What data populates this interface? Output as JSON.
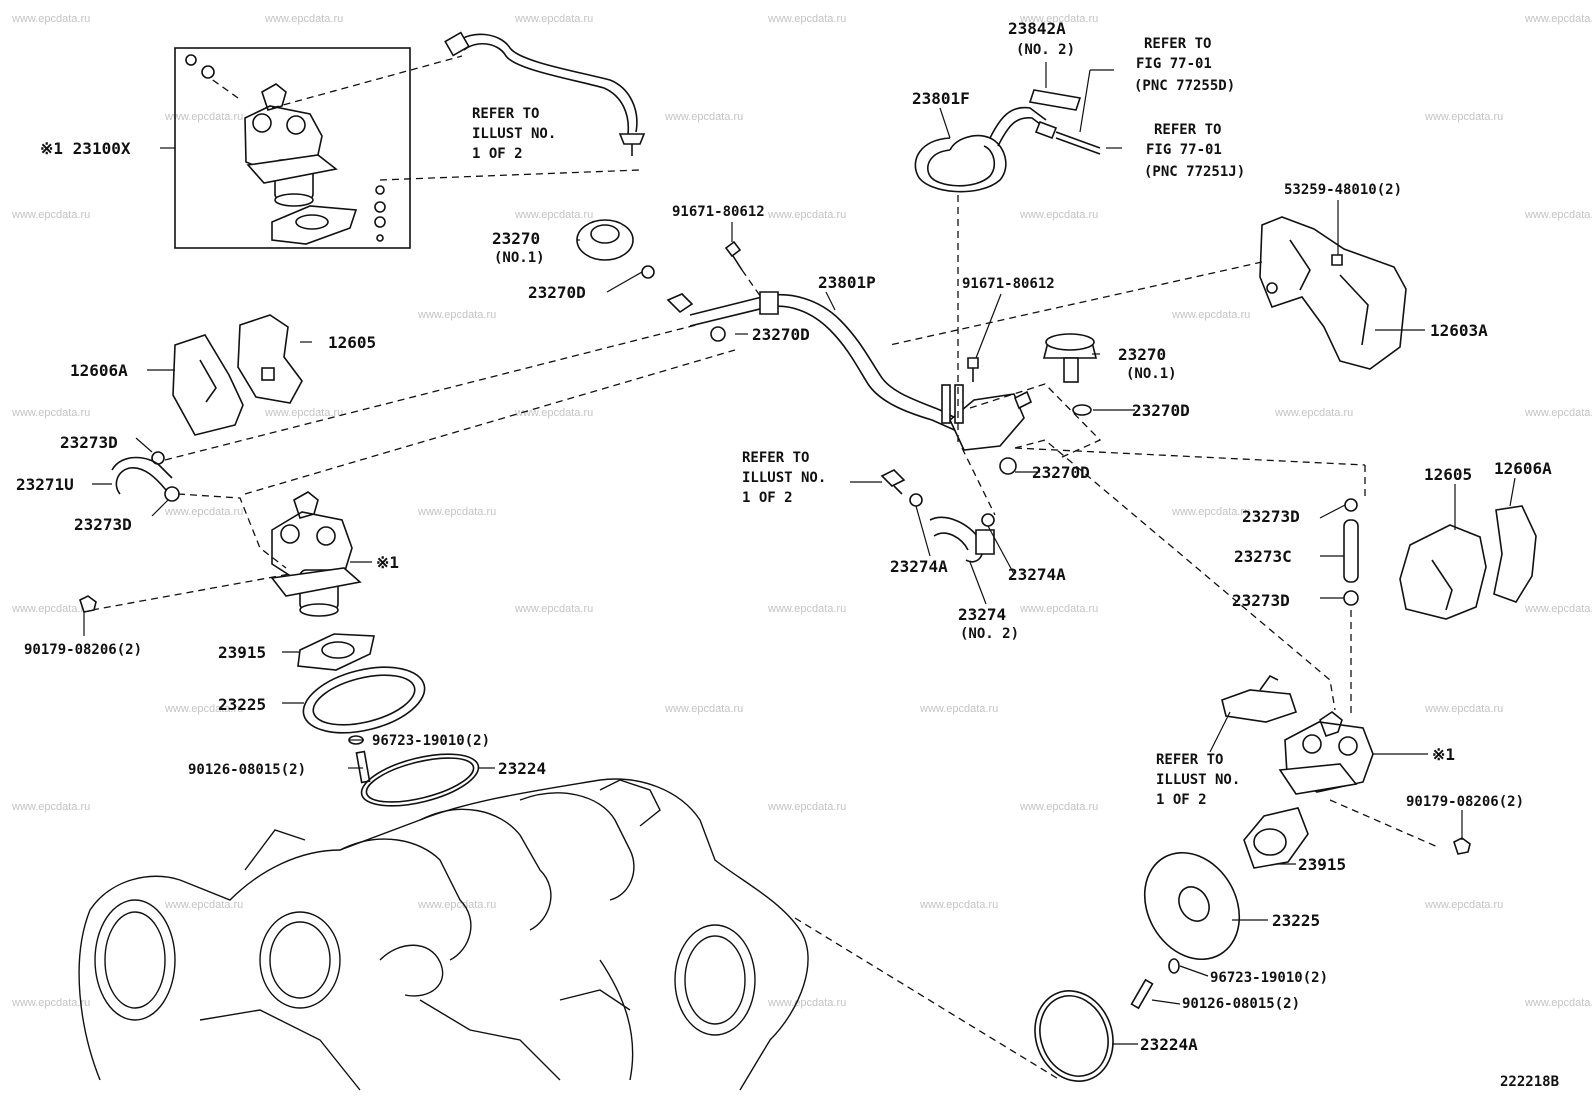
{
  "watermark": "www.epcdata.ru",
  "figure_number": "222218B",
  "labels": {
    "l_23842A": "23842A",
    "l_no2_a": "(NO. 2)",
    "l_refer_fig_a1": "REFER TO",
    "l_refer_fig_a2": "FIG 77-01",
    "l_refer_fig_a3": "(PNC 77255D)",
    "l_refer_fig_b1": "REFER TO",
    "l_refer_fig_b2": "FIG 77-01",
    "l_refer_fig_b3": "(PNC 77251J)",
    "l_23801F": "23801F",
    "l_23100X": "※1 23100X",
    "l_refer_ill_a1": "REFER TO",
    "l_refer_ill_a2": "ILLUST NO.",
    "l_refer_ill_a3": "1 OF 2",
    "l_53259": "53259-48010(2)",
    "l_91671_a": "91671-80612",
    "l_23270_a": "23270",
    "l_no1_a": "(NO.1)",
    "l_23270D_a": "23270D",
    "l_23801P": "23801P",
    "l_23270D_b": "23270D",
    "l_12605_a": "12605",
    "l_12606A_a": "12606A",
    "l_12603A": "12603A",
    "l_91671_b": "91671-80612",
    "l_23270_b": "23270",
    "l_no1_b": "(NO.1)",
    "l_23270D_c": "23270D",
    "l_23273D_a": "23273D",
    "l_23271U": "23271U",
    "l_23273D_b": "23273D",
    "l_refer_ill_b1": "REFER TO",
    "l_refer_ill_b2": "ILLUST NO.",
    "l_refer_ill_b3": "1 OF 2",
    "l_23270D_d": "23270D",
    "l_12605_b": "12605",
    "l_12606A_b": "12606A",
    "l_23273D_c": "23273D",
    "l_mark1_a": "※1",
    "l_23273C": "23273C",
    "l_23274A_a": "23274A",
    "l_23274A_b": "23274A",
    "l_23273D_d": "23273D",
    "l_23274": "23274",
    "l_no2_b": "(NO. 2)",
    "l_90179_a": "90179-08206(2)",
    "l_23915_a": "23915",
    "l_23225_a": "23225",
    "l_96723_a": "96723-19010(2)",
    "l_90126_a": "90126-08015(2)",
    "l_23224": "23224",
    "l_refer_ill_c1": "REFER TO",
    "l_refer_ill_c2": "ILLUST NO.",
    "l_refer_ill_c3": "1 OF 2",
    "l_mark1_b": "※1",
    "l_90179_b": "90179-08206(2)",
    "l_23915_b": "23915",
    "l_23225_b": "23225",
    "l_96723_b": "96723-19010(2)",
    "l_90126_b": "90126-08015(2)",
    "l_23224A": "23224A"
  }
}
